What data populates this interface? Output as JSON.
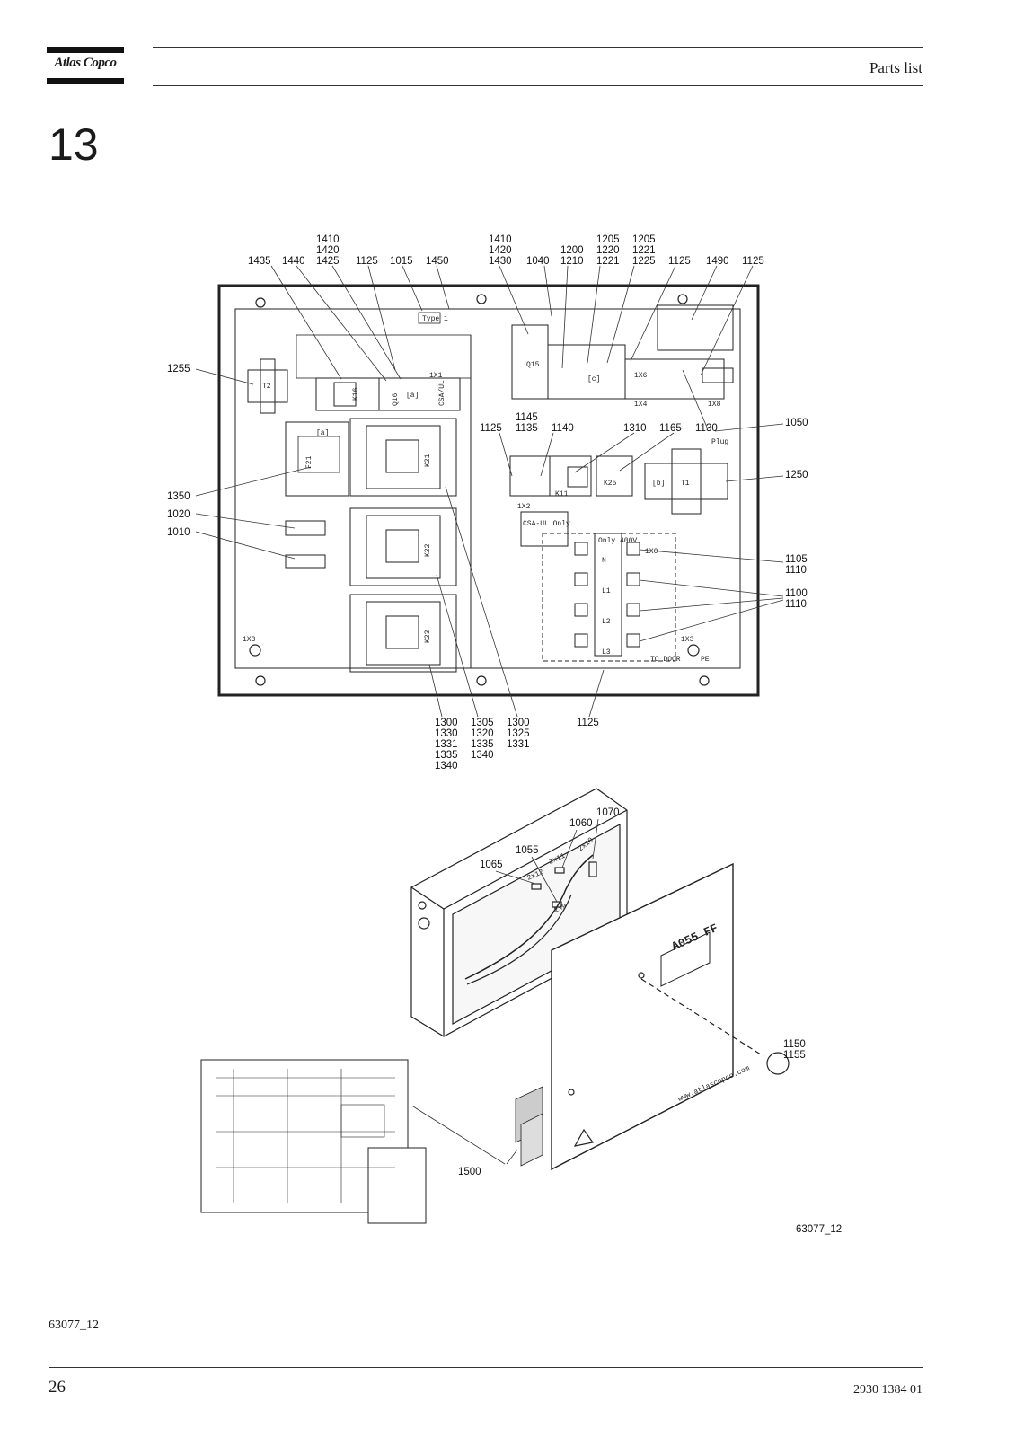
{
  "header": {
    "brand": "Atlas Copco",
    "title": "Parts list"
  },
  "chapter": "13",
  "cabinet_labels": [
    "1410",
    "1420",
    "1425",
    "1435",
    "1440",
    "1125",
    "1015",
    "1450",
    "1410",
    "1420",
    "1430",
    "1040",
    "1200",
    "1210",
    "1205",
    "1220",
    "1221",
    "1205",
    "1221",
    "1225",
    "1125",
    "1490",
    "1125",
    "1255",
    "1350",
    "1020",
    "1010",
    "1145",
    "1125",
    "1135",
    "1140",
    "1310",
    "1165",
    "1130",
    "1050",
    "1250",
    "1105",
    "1110",
    "1100",
    "1110",
    "1300",
    "1330",
    "1331",
    "1335",
    "1340",
    "1305",
    "1320",
    "1335",
    "1340",
    "1300",
    "1325",
    "1331",
    "1125"
  ],
  "box_labels": [
    "1070",
    "1060",
    "1055",
    "1065",
    "1150",
    "1155",
    "1500"
  ],
  "component_texts": {
    "t2": "T2",
    "t1": "T1",
    "k16": "K16",
    "q16": "Q16",
    "k21": "K21",
    "k22": "K22",
    "k23": "K23",
    "k25": "K25",
    "k11": "K11",
    "q15": "Q15",
    "f21": "F21",
    "type1": "Type 1",
    "csa": "CSA/UL",
    "csa_only": "CSA-UL Only",
    "ixi": "1X1",
    "ix2": "1X2",
    "ix3a": "1X3",
    "ix3b": "1X3",
    "ix0": "1X0",
    "ix4": "1X4",
    "ix8": "1X8",
    "ix6": "1X6",
    "n": "N",
    "l1": "L1",
    "l2": "L2",
    "l3": "L3",
    "todoor": "TO DOOR",
    "pe": "PE",
    "plug": "Plug",
    "only400": "Only 400V",
    "a": "[a]",
    "b": "[b]",
    "c": "[c]",
    "a055": "A055 FF",
    "x12": "2x12",
    "x11": "2x11",
    "x10": "2x10",
    "x9": "2x9",
    "web": "www.atlascopco.com"
  },
  "figure_ref": "63077_12",
  "footer": {
    "ref": "63077_12",
    "page": "26",
    "doc_number": "2930 1384 01"
  }
}
